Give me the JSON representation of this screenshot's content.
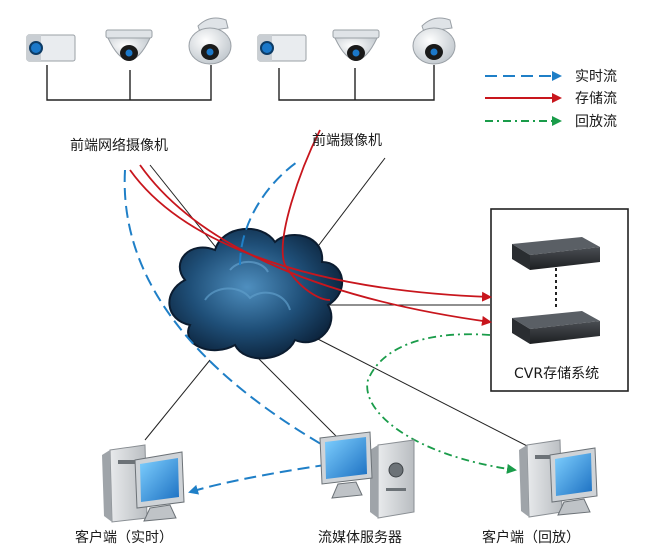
{
  "legend": {
    "realtime": "实时流",
    "storage": "存储流",
    "playback": "回放流"
  },
  "labels": {
    "front_network_cameras": "前端网络摄像机",
    "front_cameras": "前端摄像机",
    "cvr_storage": "CVR存储系统",
    "client_realtime": "客户端（实时）",
    "streaming_server": "流媒体服务器",
    "client_playback": "客户端（回放）"
  },
  "colors": {
    "realtime": "#1f7fc7",
    "storage": "#c8161d",
    "playback": "#1a9c4a",
    "line": "#222222",
    "cloud_dark": "#0f2a44",
    "cloud_mid": "#2f6f9e"
  },
  "icons": {
    "box_camera": "box-camera-icon",
    "dome_camera": "dome-camera-icon",
    "ptz_camera": "ptz-camera-icon",
    "cloud": "network-cloud-icon",
    "storage_server": "rack-server-icon",
    "pc": "desktop-pc-icon"
  }
}
